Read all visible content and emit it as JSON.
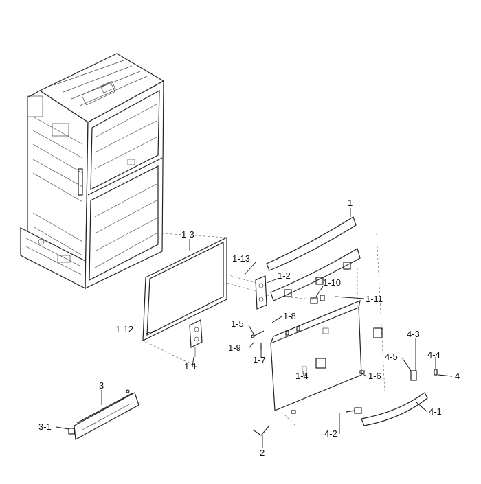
{
  "diagram": {
    "labels": {
      "p1": "1",
      "p1_1": "1-1",
      "p1_2": "1-2",
      "p1_3": "1-3",
      "p1_4": "1-4",
      "p1_5": "1-5",
      "p1_6": "1-6",
      "p1_7": "1-7",
      "p1_8": "1-8",
      "p1_9": "1-9",
      "p1_10": "1-10",
      "p1_11": "1-11",
      "p1_12": "1-12",
      "p1_13": "1-13",
      "p2": "2",
      "p3": "3",
      "p3_1": "3-1",
      "p4": "4",
      "p4_1": "4-1",
      "p4_2": "4-2",
      "p4_3": "4-3",
      "p4_4": "4-4",
      "p4_5": "4-5"
    }
  }
}
